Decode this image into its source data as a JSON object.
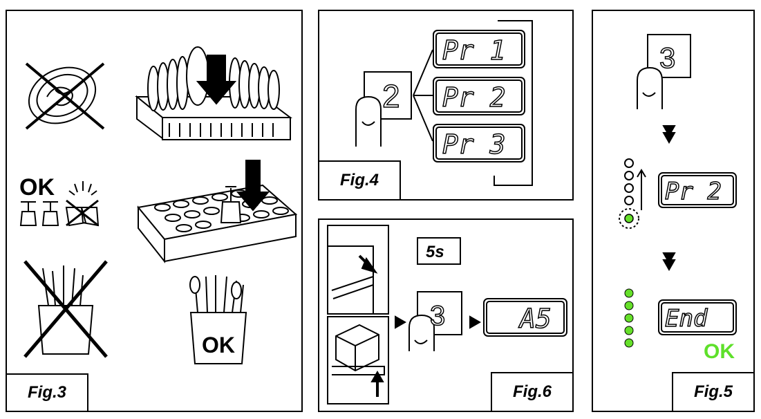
{
  "fig3": {
    "label": "Fig.3",
    "glasses_ok": "OK",
    "cutlery_ok": "OK"
  },
  "fig4": {
    "label": "Fig.4",
    "button": "2",
    "programs": [
      "Pr 1",
      "Pr 2",
      "Pr 3"
    ]
  },
  "fig5": {
    "label": "Fig.5",
    "button": "3",
    "display_program": "Pr 2",
    "display_end": "End",
    "ok": "OK"
  },
  "fig6": {
    "label": "Fig.6",
    "timer": "5s",
    "button": "3",
    "display": "A5"
  },
  "colors": {
    "line": "#000000",
    "led_green": "#66e02a",
    "ok_green": "#5ee02a"
  }
}
